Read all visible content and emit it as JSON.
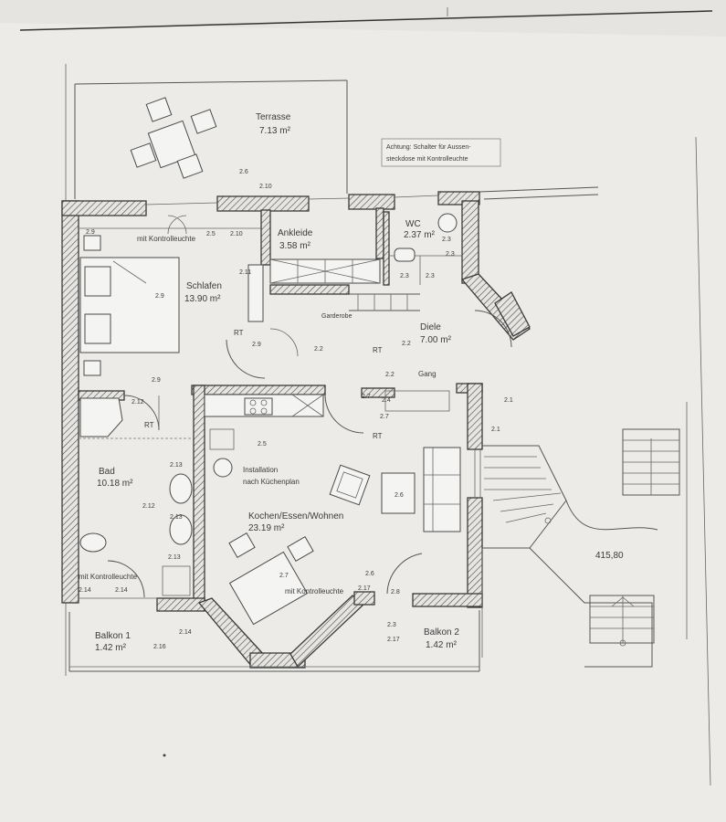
{
  "rooms": {
    "terrasse": {
      "name": "Terrasse",
      "area": "7.13 m²"
    },
    "schlafen": {
      "name": "Schlafen",
      "area": "13.90 m²"
    },
    "ankleide": {
      "name": "Ankleide",
      "area": "3.58 m²"
    },
    "wc": {
      "name": "WC",
      "area": "2.37 m²"
    },
    "diele": {
      "name": "Diele",
      "area": "7.00 m²"
    },
    "gang": {
      "name": "Gang"
    },
    "bad": {
      "name": "Bad",
      "area": "10.18 m²"
    },
    "kochen": {
      "name": "Kochen/Essen/Wohnen",
      "area": "23.19 m²"
    },
    "balkon1": {
      "name": "Balkon 1",
      "area": "1.42 m²"
    },
    "balkon2": {
      "name": "Balkon 2",
      "area": "1.42 m²"
    }
  },
  "notes": {
    "warning_line1": "Achtung: Schalter für Aussen-",
    "warning_line2": "steckdose mit Kontrolleuchte",
    "kontroll_schlafen": "mit Kontrolleuchte",
    "kontroll_kochen": "mit Kontrolleuchte",
    "kontroll_bad": "mit Kontrolleuchte",
    "installation_line1": "Installation",
    "installation_line2": "nach Küchenplan",
    "elevation": "415,80",
    "garderobe": "Garderobe",
    "rt1": "RT",
    "rt2": "RT",
    "rt3": "RT",
    "rt4": "RT"
  },
  "codes": {
    "c_2_6a": "2.6",
    "c_2_10a": "2.10",
    "c_2_5a": "2.5",
    "c_2_10b": "2.10",
    "c_2_9a": "2.9",
    "c_2_11": "2.11",
    "c_2_9b": "2.9",
    "c_2_9c": "2.9",
    "c_2_9d": "2.9",
    "c_2_2a": "2.2",
    "c_2_2b": "2.2",
    "c_2_2c": "2.2",
    "c_2_3a": "2.3",
    "c_2_3b": "2.3",
    "c_2_3c": "2.3",
    "c_2_3d": "2.3",
    "c_2_1a": "2.1",
    "c_2_1b": "2.1",
    "c_2_12a": "2.12",
    "c_2_12b": "2.12",
    "c_2_13a": "2.13",
    "c_2_13b": "2.13",
    "c_2_13c": "2.13",
    "c_2_14a": "2.14",
    "c_2_14b": "2.14",
    "c_2_14c": "2.14",
    "c_2_16": "2.16",
    "c_2_5b": "2.5",
    "c_2_6b": "2.6",
    "c_2_7a": "2.7",
    "c_2_7b": "2.7",
    "c_2_8": "2.8",
    "c_2_17a": "2.17",
    "c_2_17b": "2.17",
    "c_2_3e": "2.3",
    "c_2_4": "2.4",
    "c_2_7c": "2.7",
    "c_2_6c": "2.6"
  }
}
